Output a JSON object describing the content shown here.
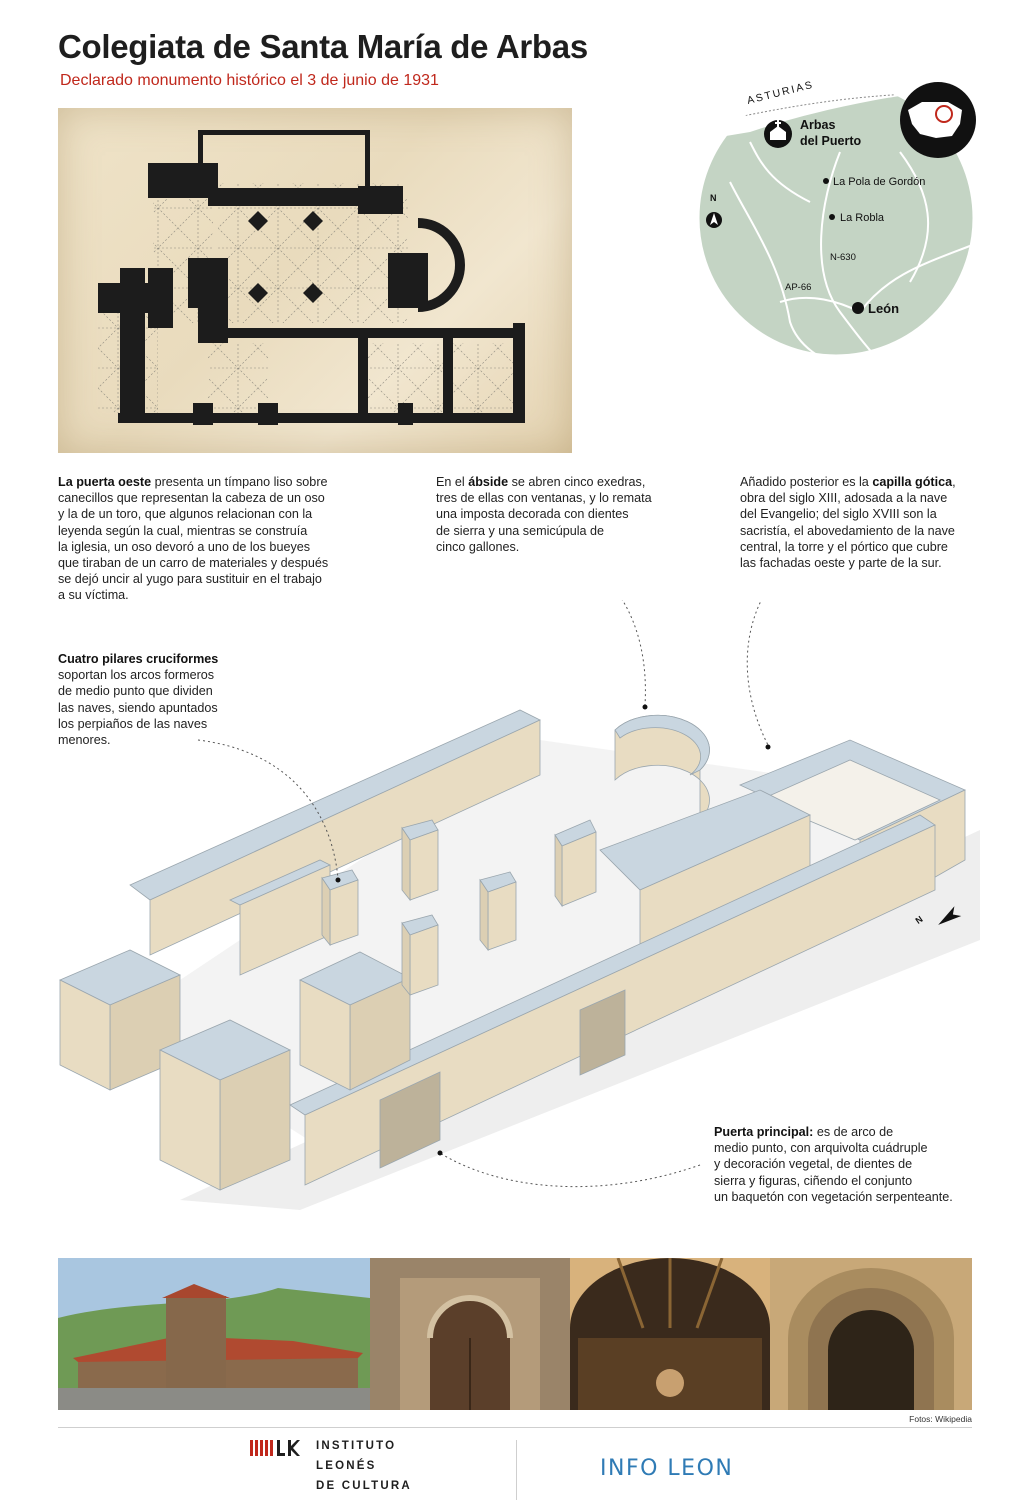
{
  "header": {
    "title": "Colegiata de Santa María de Arbas",
    "subtitle": "Declarado monumento histórico el 3 de junio de 1931"
  },
  "map": {
    "region_label": "ASTURIAS",
    "town_line1": "Arbas",
    "town_line2": "del Puerto",
    "places": [
      "La Pola de Gordón",
      "La Robla",
      "León"
    ],
    "roads": [
      "N-630",
      "AP-66"
    ],
    "north": "N"
  },
  "annotations": {
    "west_door": {
      "bold": "La puerta oeste",
      "lines": [
        " presenta un tímpano liso sobre",
        "canecillos que representan la cabeza de un oso",
        "y la de un toro, que algunos relacionan con la",
        "leyenda según la cual, mientras se construía",
        "la iglesia, un oso devoró a uno de los bueyes",
        "que tiraban de un carro de materiales y después",
        "se dejó uncir al yugo para sustituir en el trabajo",
        "a su víctima."
      ]
    },
    "apse": {
      "pre": "En el ",
      "bold": "ábside",
      "lines": [
        " se abren cinco exedras,",
        "tres de ellas con ventanas, y lo remata",
        "una imposta decorada con dientes",
        "de sierra y una semicúpula de",
        "cinco gallones."
      ]
    },
    "gothic_chapel": {
      "pre": "Añadido posterior es la ",
      "bold": "capilla gótica",
      "lines": [
        ",",
        "obra del siglo XIII, adosada a la nave",
        "del Evangelio; del siglo XVIII son la",
        "sacristía, el abovedamiento de la nave",
        "central, la torre y el pórtico que cubre",
        "las fachadas oeste y parte de la sur."
      ]
    },
    "pillars": {
      "bold": "Cuatro pilares cruciformes",
      "lines": [
        "soportan los arcos formeros",
        "de medio punto que dividen",
        "las naves, siendo apuntados",
        "los perpiaños de las naves",
        "menores."
      ]
    },
    "main_door": {
      "bold": "Puerta principal:",
      "lines": [
        " es de arco de",
        "medio punto, con arquivolta cuádruple",
        "y decoración vegetal, de dientes de",
        "sierra y figuras, ciñendo el conjunto",
        "un baquetón con vegetación serpenteante."
      ]
    }
  },
  "footer": {
    "credit": "Fotos: Wikipedia",
    "ilc_line1": "INSTITUTO",
    "ilc_line2": "LEONÉS",
    "ilc_line3": "DE CULTURA",
    "infoleon": "INFO LEON"
  },
  "colors": {
    "title": "#1e1e1e",
    "subtitle": "#c0281c",
    "wall_top": "#c9d6e0",
    "wall_side": "#e8dcc2",
    "map_land": "#c4d4c4",
    "brand_blue": "#2f7bb5"
  }
}
